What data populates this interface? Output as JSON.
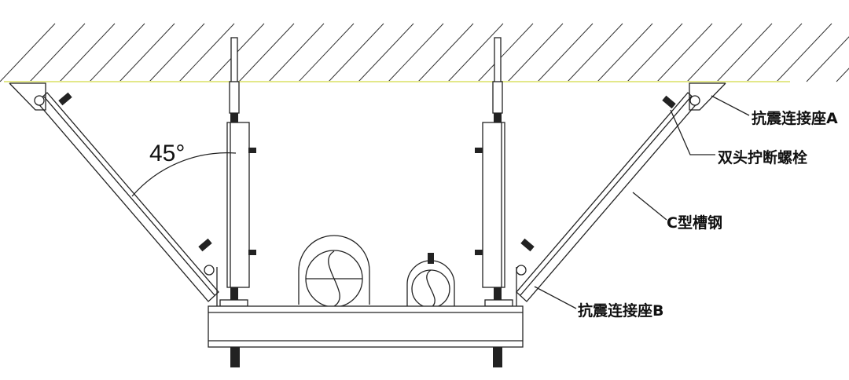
{
  "angle_label": "45°",
  "labels": {
    "seismic_seat_a": "抗震连接座A",
    "double_head_bolt": "双头拧断螺栓",
    "c_channel": "C型槽钢",
    "seismic_seat_b": "抗震连接座B"
  },
  "colors": {
    "ceiling_line": "#e8ec9a",
    "line": "#222222"
  }
}
